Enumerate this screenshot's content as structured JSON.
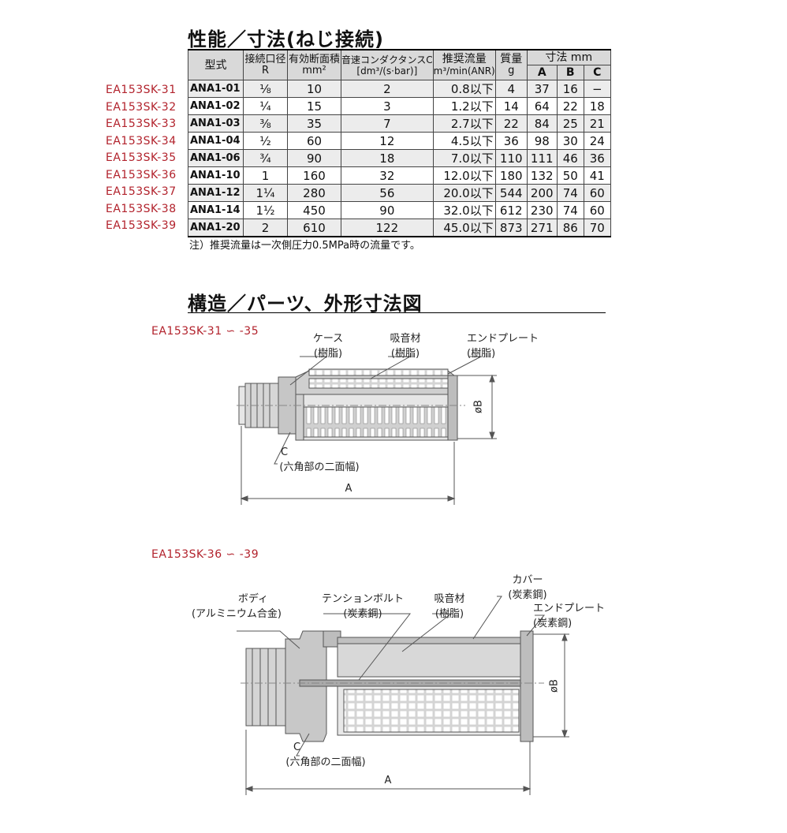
{
  "section1": {
    "title": "性能／寸法(ねじ接続)",
    "headers": {
      "model": "型式",
      "port_l1": "接続口径",
      "port_l2": "R",
      "area_l1": "有効断面積",
      "area_l2": "mm²",
      "sonic_l1": "音速コンダクタンスC",
      "sonic_l2": "[dm³/(s·bar)]",
      "flow_l1": "推奨流量",
      "flow_l2": "m³/min(ANR)",
      "mass_l1": "質量",
      "mass_l2": "g",
      "dims": "寸法 mm",
      "a": "A",
      "b": "B",
      "c": "C"
    },
    "rows": [
      {
        "code": "EA153SK-31",
        "model": "ANA1-01",
        "port": "⅛",
        "area": "10",
        "sonic": "2",
        "flow": "0.8以下",
        "mass": "4",
        "a": "37",
        "b": "16",
        "c": "−"
      },
      {
        "code": "EA153SK-32",
        "model": "ANA1-02",
        "port": "¼",
        "area": "15",
        "sonic": "3",
        "flow": "1.2以下",
        "mass": "14",
        "a": "64",
        "b": "22",
        "c": "18"
      },
      {
        "code": "EA153SK-33",
        "model": "ANA1-03",
        "port": "⅜",
        "area": "35",
        "sonic": "7",
        "flow": "2.7以下",
        "mass": "22",
        "a": "84",
        "b": "25",
        "c": "21"
      },
      {
        "code": "EA153SK-34",
        "model": "ANA1-04",
        "port": "½",
        "area": "60",
        "sonic": "12",
        "flow": "4.5以下",
        "mass": "36",
        "a": "98",
        "b": "30",
        "c": "24"
      },
      {
        "code": "EA153SK-35",
        "model": "ANA1-06",
        "port": "¾",
        "area": "90",
        "sonic": "18",
        "flow": "7.0以下",
        "mass": "110",
        "a": "111",
        "b": "46",
        "c": "36"
      },
      {
        "code": "EA153SK-36",
        "model": "ANA1-10",
        "port": "1",
        "area": "160",
        "sonic": "32",
        "flow": "12.0以下",
        "mass": "180",
        "a": "132",
        "b": "50",
        "c": "41"
      },
      {
        "code": "EA153SK-37",
        "model": "ANA1-12",
        "port": "1¼",
        "area": "280",
        "sonic": "56",
        "flow": "20.0以下",
        "mass": "544",
        "a": "200",
        "b": "74",
        "c": "60"
      },
      {
        "code": "EA153SK-38",
        "model": "ANA1-14",
        "port": "1½",
        "area": "450",
        "sonic": "90",
        "flow": "32.0以下",
        "mass": "612",
        "a": "230",
        "b": "74",
        "c": "60"
      },
      {
        "code": "EA153SK-39",
        "model": "ANA1-20",
        "port": "2",
        "area": "610",
        "sonic": "122",
        "flow": "45.0以下",
        "mass": "873",
        "a": "271",
        "b": "86",
        "c": "70"
      }
    ],
    "note": "注）推奨流量は一次側圧力0.5MPa時の流量です。"
  },
  "section2": {
    "title": "構造／パーツ、外形寸法図",
    "diagram1": {
      "label": "EA153SK-31 ∽ -35",
      "case": "ケース",
      "case_mat": "(樹脂)",
      "absorber": "吸音材",
      "absorber_mat": "(樹脂)",
      "endplate": "エンドプレート",
      "endplate_mat": "(樹脂)",
      "c": "C",
      "c_desc": "(六角部の二面幅)",
      "a": "A",
      "b": "øB"
    },
    "diagram2": {
      "label": "EA153SK-36 ∽ -39",
      "body": "ボディ",
      "body_mat": "(アルミニウム合金)",
      "bolt": "テンションボルト",
      "bolt_mat": "(炭素鋼)",
      "absorber": "吸音材",
      "absorber_mat": "(樹脂)",
      "cover": "カバー",
      "cover_mat": "(炭素鋼)",
      "endplate": "エンドプレート",
      "endplate_mat": "(炭素鋼)",
      "c": "C",
      "c_desc": "(六角部の二面幅)",
      "a": "A",
      "b": "øB"
    }
  }
}
